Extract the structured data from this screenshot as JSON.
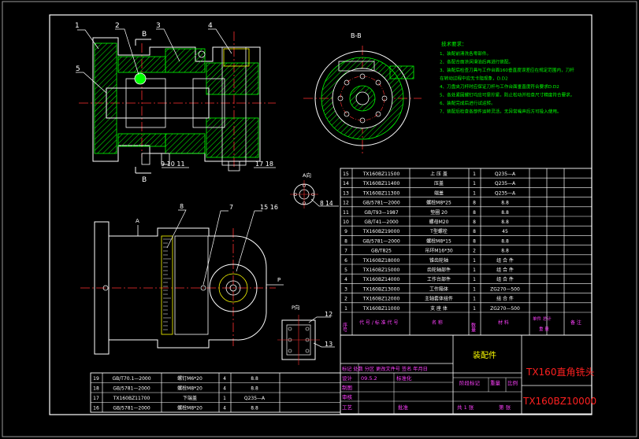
{
  "colors": {
    "background": "#000000",
    "frame": "#ffffff",
    "body_hatch": "#00ff00",
    "center_line": "#ff3030",
    "hidden": "#ffff00",
    "dim": "#00ffff",
    "title_red": "#ff2020",
    "title_yellow": "#ffff00",
    "magenta": "#ff40ff"
  },
  "section_labels": {
    "bb_top": "B",
    "bb_bottom": "B",
    "bb_view": "B-B",
    "a_view": "A向",
    "p_view": "P向",
    "a_arrow": "A",
    "p_arrow": "P"
  },
  "callouts": {
    "c1": "1",
    "c2": "2",
    "c3": "3",
    "c4": "4",
    "c5": "5",
    "c9_10_11": "9 10 11",
    "c17_18": "17 18",
    "c8_14": "8 14",
    "c8": "8",
    "c7": "7",
    "c15_16": "15 16",
    "c12": "12",
    "c13": "13"
  },
  "tech_requirements": {
    "title": "技术要求：",
    "items": [
      "1、装配前清洗各零部件。",
      "2、各配合面涂润滑油后再进行装配。",
      "3、装配后检查刀具与工作台面160垂直度误差应在规定范围内，刀杆",
      "   在转动过程中应无卡阻现象，D.D2",
      "4、刀盘夹刀杆时应保证刀杆与工作台面垂直度符合要求D.D2",
      "5、各处紧固螺钉均应可靠拧紧，防止松动并检查尺寸精度符合要求。",
      "6、装配完成后进行试运转。",
      "7、装配后检查各部件运转灵活，无异常噪声后方可投入使用。"
    ]
  },
  "parts_list": {
    "rows": [
      [
        "15",
        "TX160BZ11500",
        "上 压 盖",
        "1",
        "Q235—A"
      ],
      [
        "14",
        "TX160BZ11400",
        "压盖",
        "1",
        "Q235—A"
      ],
      [
        "13",
        "TX160BZ11300",
        "端盖",
        "1",
        "Q235—A"
      ],
      [
        "12",
        "GB/5781—2000",
        "螺栓M8*25",
        "8",
        "8.8"
      ],
      [
        "11",
        "GB/T93—1987",
        "垫圈 20",
        "8",
        "8.8"
      ],
      [
        "10",
        "GB/T41—2000",
        "螺母M20",
        "8",
        "8.8"
      ],
      [
        "9",
        "TX160BZ19000",
        "T型螺栓",
        "8",
        "45"
      ],
      [
        "8",
        "GB/5781—2000",
        "螺栓M8*15",
        "8",
        "8.8"
      ],
      [
        "7",
        "GB/T825",
        "吊环M16*30",
        "2",
        "8.8"
      ],
      [
        "6",
        "TX160BZ18000",
        "锥齿轮轴",
        "1",
        "组 合 件"
      ],
      [
        "5",
        "TX160BZ15000",
        "齿轮轴部件",
        "1",
        "组 合 件"
      ],
      [
        "4",
        "TX160BZ14000",
        "工作台部件",
        "1",
        "组 合 件"
      ],
      [
        "3",
        "TX160BZ13000",
        "工作箱体",
        "1",
        "ZG270—500"
      ],
      [
        "2",
        "TX160BZ12000",
        "主轴套体组件",
        "1",
        "组 合 件"
      ],
      [
        "1",
        "TX160BZ11000",
        "支 座 体",
        "1",
        "ZG270—500"
      ]
    ],
    "header_col_no": "序号",
    "header_col_code": "代 号 / 标 准 代 号",
    "header_col_name": "名 称",
    "header_col_qty": "数量",
    "header_col_material": "材 料",
    "header_col_weight": "单件 总计",
    "header_col_weight2": "重 量",
    "header_col_remark": "备 注"
  },
  "extra_rows": {
    "rows": [
      [
        "19",
        "GB/T70.1—2000",
        "螺钉M6*20",
        "4",
        "8.8"
      ],
      [
        "18",
        "GB/5781—2000",
        "螺栓M8*20",
        "4",
        "8.8"
      ],
      [
        "17",
        "TX160BZ11700",
        "下端盖",
        "1",
        "Q235—A"
      ],
      [
        "16",
        "GB/5781—2000",
        "螺栓M8*20",
        "4",
        "8.8"
      ]
    ]
  },
  "title_block": {
    "drawing_type": "装配件",
    "name": "TX160直角铣头",
    "code": "TX160BZ10000",
    "mark_row": "标记 处数 分区 更改文件号 签名 年月日",
    "design": "设计",
    "design_date": "09.5.2",
    "standardize": "标准化",
    "check": "审核",
    "process": "工艺",
    "approve": "批准",
    "draw": "制图",
    "review": "审核",
    "stage_mark": "阶段标记",
    "weight": "重量",
    "scale": "比例",
    "sheet_total": "共 1 张",
    "sheet_no": "第 张"
  }
}
